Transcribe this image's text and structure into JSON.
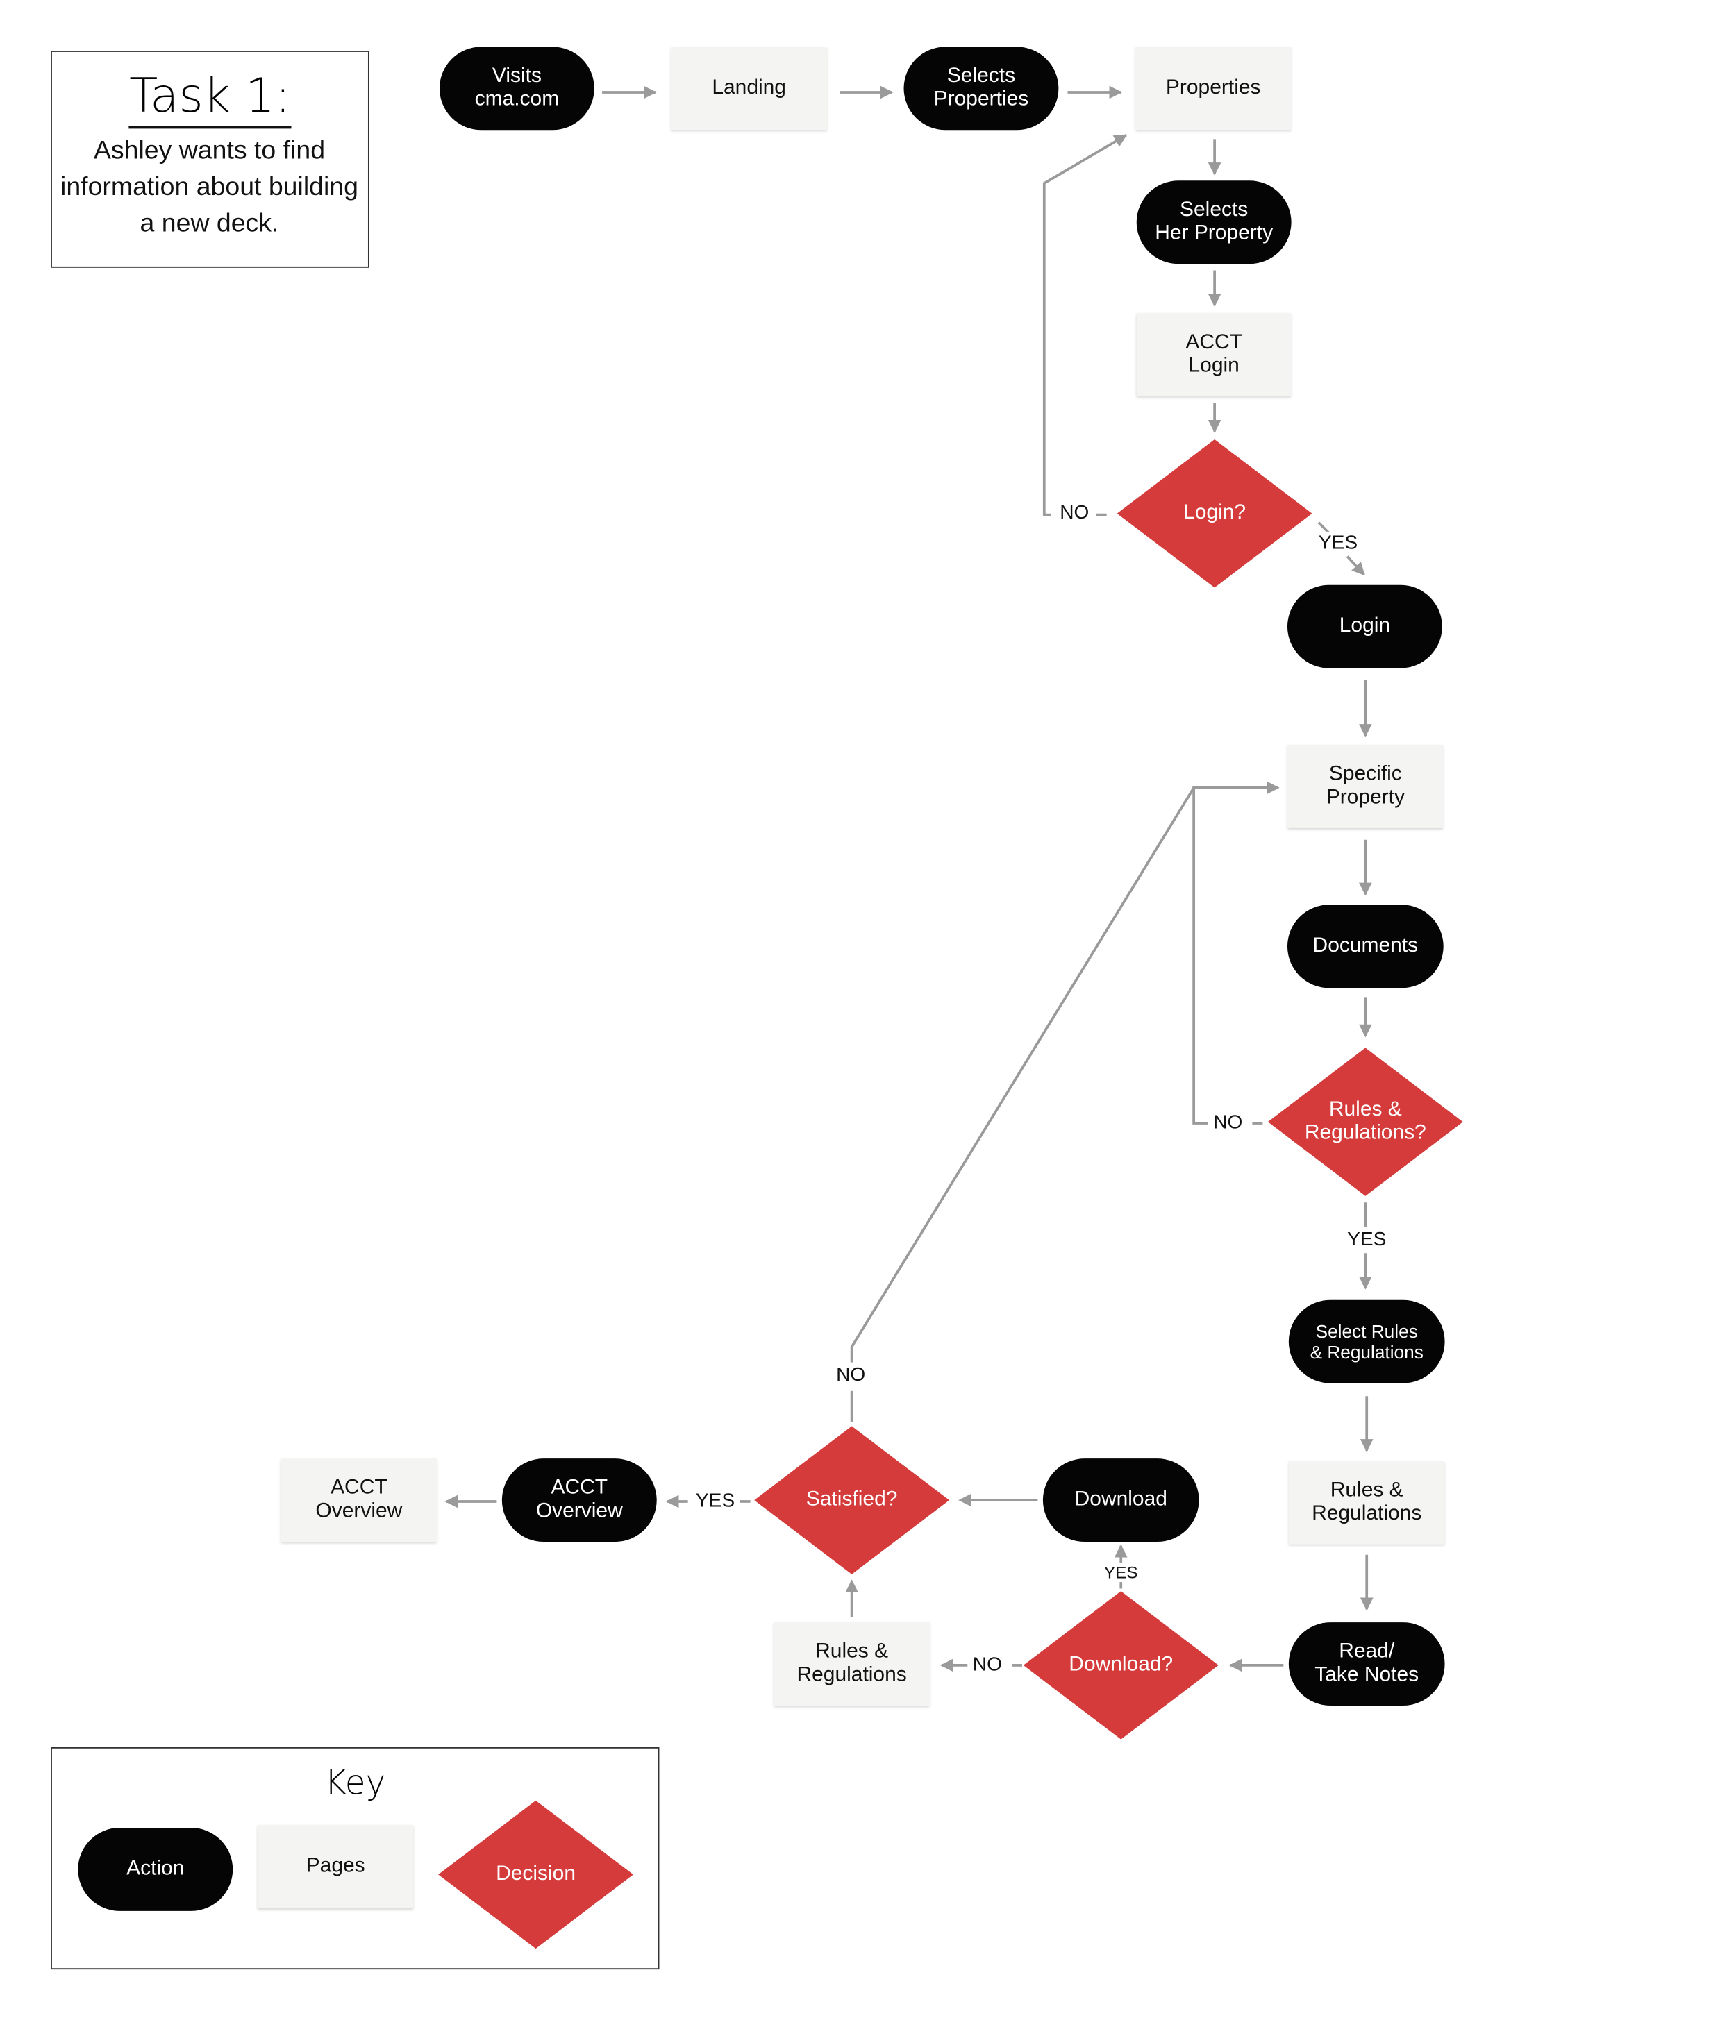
{
  "task": {
    "title": "Task 1:",
    "description": "Ashley wants to find information about building a new deck."
  },
  "colors": {
    "action": "#050505",
    "page": "#f4f4f3",
    "decision": "#d63b3b",
    "connector": "#9a9a9a"
  },
  "nodes": {
    "visits": "Visits\ncma.com",
    "landing": "Landing",
    "selects_properties": "Selects\nProperties",
    "properties": "Properties",
    "selects_her_property": "Selects\nHer Property",
    "acct_login": "ACCT\nLogin",
    "login_decision": "Login?",
    "login_action": "Login",
    "specific_property": "Specific\nProperty",
    "documents": "Documents",
    "rules_decision": "Rules &\nRegulations?",
    "select_rules": "Select Rules\n& Regulations",
    "rules_page": "Rules &\nRegulations",
    "read_notes": "Read/\nTake Notes",
    "download_decision": "Download?",
    "download_action": "Download",
    "rules_page_2": "Rules &\nRegulations",
    "satisfied_decision": "Satisfied?",
    "acct_overview_action": "ACCT\nOverview",
    "acct_overview_page": "ACCT\nOverview"
  },
  "edge_labels": {
    "login_no": "NO",
    "login_yes": "YES",
    "rules_no": "NO",
    "rules_yes": "YES",
    "download_yes": "YES",
    "download_no": "NO",
    "satisfied_no": "NO",
    "satisfied_yes": "YES"
  },
  "key": {
    "title": "Key",
    "action": "Action",
    "pages": "Pages",
    "decision": "Decision"
  }
}
